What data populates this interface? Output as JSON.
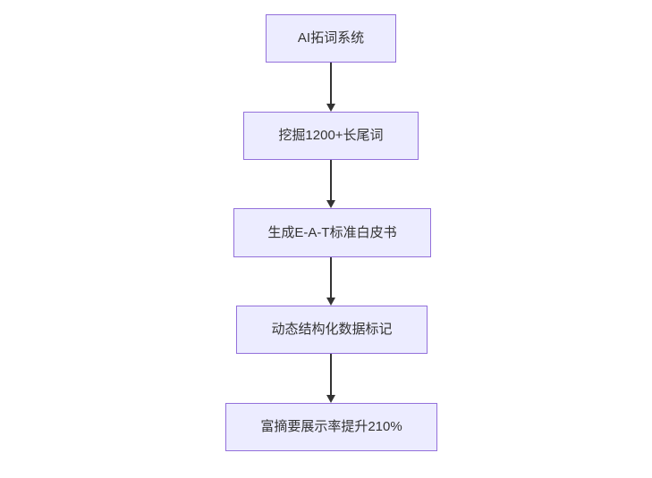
{
  "diagram": {
    "type": "flowchart",
    "direction": "top-down",
    "colors": {
      "background": "#ffffff",
      "node_fill": "#ececff",
      "node_border": "#9370db",
      "arrow_color": "#333333",
      "text_color": "#333333"
    },
    "nodes": [
      {
        "id": "step-1",
        "label": "AI拓词系统"
      },
      {
        "id": "step-2",
        "label": "挖掘1200+长尾词"
      },
      {
        "id": "step-3",
        "label": "生成E-A-T标准白皮书"
      },
      {
        "id": "step-4",
        "label": "动态结构化数据标记"
      },
      {
        "id": "step-5",
        "label": "富摘要展示率提升210%"
      }
    ],
    "edges": [
      {
        "from": "step-1",
        "to": "step-2"
      },
      {
        "from": "step-2",
        "to": "step-3"
      },
      {
        "from": "step-3",
        "to": "step-4"
      },
      {
        "from": "step-4",
        "to": "step-5"
      }
    ]
  }
}
